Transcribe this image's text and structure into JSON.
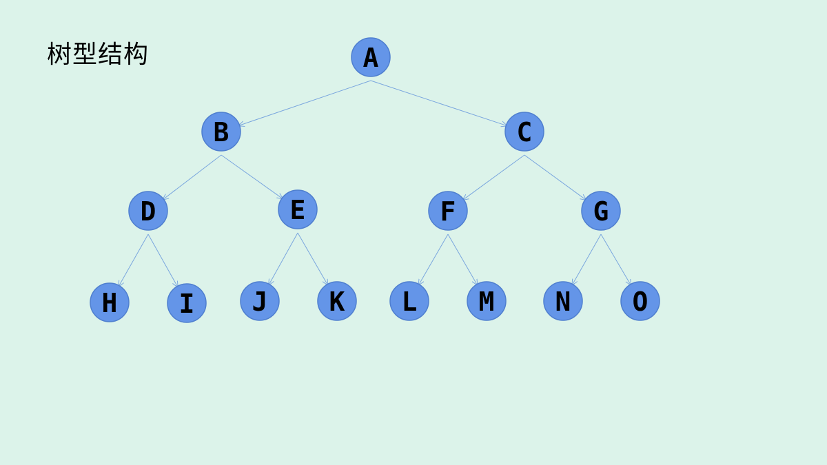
{
  "title": "树型结构",
  "colors": {
    "background": "#dcf3ea",
    "node_fill": "#6495e8",
    "node_stroke": "#4f7fcf",
    "edge": "#7aa6de",
    "label": "#000000"
  },
  "tree": {
    "nodes": [
      {
        "id": "A",
        "label": "A"
      },
      {
        "id": "B",
        "label": "B"
      },
      {
        "id": "C",
        "label": "C"
      },
      {
        "id": "D",
        "label": "D"
      },
      {
        "id": "E",
        "label": "E"
      },
      {
        "id": "F",
        "label": "F"
      },
      {
        "id": "G",
        "label": "G"
      },
      {
        "id": "H",
        "label": "H"
      },
      {
        "id": "I",
        "label": "I"
      },
      {
        "id": "J",
        "label": "J"
      },
      {
        "id": "K",
        "label": "K"
      },
      {
        "id": "L",
        "label": "L"
      },
      {
        "id": "M",
        "label": "M"
      },
      {
        "id": "N",
        "label": "N"
      },
      {
        "id": "O",
        "label": "O"
      }
    ],
    "edges": [
      [
        "A",
        "B"
      ],
      [
        "A",
        "C"
      ],
      [
        "B",
        "D"
      ],
      [
        "B",
        "E"
      ],
      [
        "C",
        "F"
      ],
      [
        "C",
        "G"
      ],
      [
        "D",
        "H"
      ],
      [
        "D",
        "I"
      ],
      [
        "E",
        "J"
      ],
      [
        "E",
        "K"
      ],
      [
        "F",
        "L"
      ],
      [
        "F",
        "M"
      ],
      [
        "G",
        "N"
      ],
      [
        "G",
        "O"
      ]
    ]
  }
}
